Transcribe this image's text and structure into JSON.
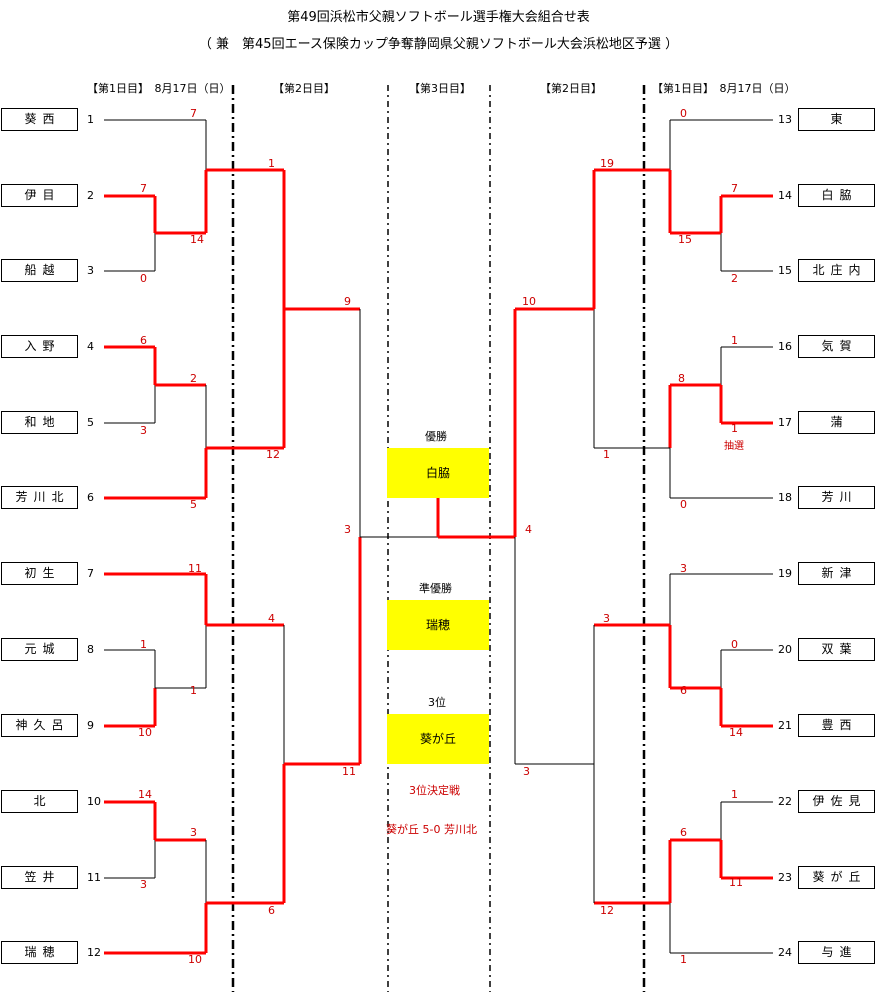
{
  "title": "第49回浜松市父親ソフトボール選手権大会組合せ表",
  "subtitle": "（ 兼　第45回エース保険カップ争奪静岡県父親ソフトボール大会浜松地区予選 ）",
  "day_headers": {
    "left_day1": "【第1日目】　8月17日（日）",
    "left_day2": "【第2日目】",
    "day3": "【第3日目】",
    "right_day2": "【第2日目】",
    "right_day1": "【第1日目】　8月17日（日）"
  },
  "teams_left": [
    {
      "num": "1",
      "name": "葵西"
    },
    {
      "num": "2",
      "name": "伊目"
    },
    {
      "num": "3",
      "name": "船越"
    },
    {
      "num": "4",
      "name": "入野"
    },
    {
      "num": "5",
      "name": "和地"
    },
    {
      "num": "6",
      "name": "芳川北"
    },
    {
      "num": "7",
      "name": "初生"
    },
    {
      "num": "8",
      "name": "元城"
    },
    {
      "num": "9",
      "name": "神久呂"
    },
    {
      "num": "10",
      "name": "北"
    },
    {
      "num": "11",
      "name": "笠井"
    },
    {
      "num": "12",
      "name": "瑞穂"
    }
  ],
  "teams_right": [
    {
      "num": "13",
      "name": "東"
    },
    {
      "num": "14",
      "name": "白脇"
    },
    {
      "num": "15",
      "name": "北庄内"
    },
    {
      "num": "16",
      "name": "気賀"
    },
    {
      "num": "17",
      "name": "蒲"
    },
    {
      "num": "18",
      "name": "芳川"
    },
    {
      "num": "19",
      "name": "新津"
    },
    {
      "num": "20",
      "name": "双葉"
    },
    {
      "num": "21",
      "name": "豊西"
    },
    {
      "num": "22",
      "name": "伊佐見"
    },
    {
      "num": "23",
      "name": "葵が丘"
    },
    {
      "num": "24",
      "name": "与進"
    }
  ],
  "results": {
    "champion_label": "優勝",
    "champion": "白脇",
    "runner_up_label": "準優勝",
    "runner_up": "瑞穂",
    "third_label": "3位",
    "third": "葵が丘",
    "third_match_label": "3位決定戦",
    "third_match_result": "葵が丘 5-0 芳川北"
  },
  "lottery_note": "抽選",
  "colors": {
    "winner_line": "#ff0000",
    "loser_line": "#000000",
    "result_box": "#ffff00",
    "score_text": "#cc0000"
  },
  "scores": {
    "l_1": "7",
    "l_2": "7",
    "l_3": "0",
    "l_12": "14",
    "l_4": "6",
    "l_5": "3",
    "l_45": "2",
    "l_6": "5",
    "l_a": "1",
    "l_b": "12",
    "l_7": "11",
    "l_8": "1",
    "l_9": "10",
    "l_89": "1",
    "l_10": "14",
    "l_11": "3",
    "l_1011": "3",
    "l_12t": "10",
    "l_c": "4",
    "l_d": "6",
    "l_sf1": "9",
    "l_sf2": "11",
    "l_final": "3",
    "r_13": "0",
    "r_14": "7",
    "r_15": "2",
    "r_1415": "15",
    "r_g1": "19",
    "r_16": "1",
    "r_17": "1",
    "r_1617": "8",
    "r_18": "0",
    "r_g2": "1",
    "r_19": "3",
    "r_20": "0",
    "r_21": "14",
    "r_2021": "6",
    "r_g3": "3",
    "r_22": "1",
    "r_23": "11",
    "r_2223": "6",
    "r_24": "1",
    "r_g4": "12",
    "r_sf1": "10",
    "r_sf2": "3",
    "r_final": "4"
  }
}
